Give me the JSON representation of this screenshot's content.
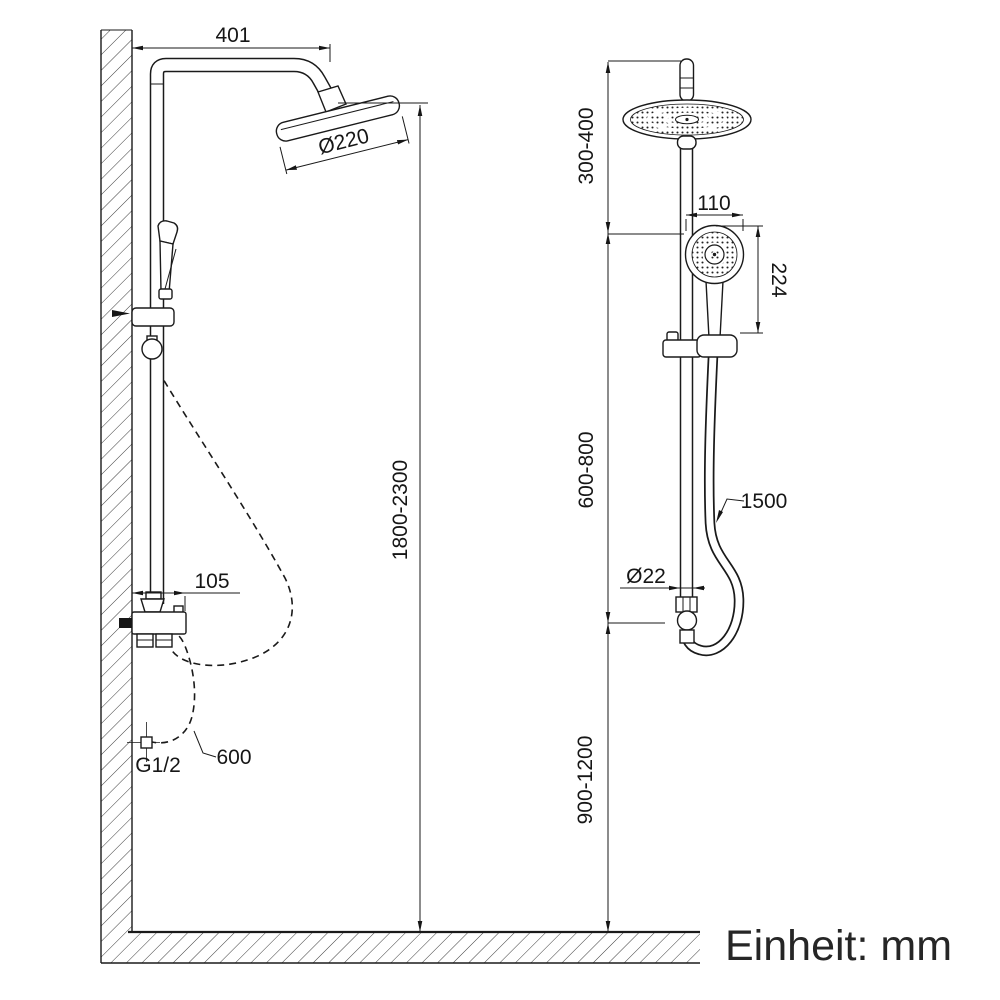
{
  "unit_note": "Einheit: mm",
  "left_view": {
    "top_width": "401",
    "head_diameter": "Ø220",
    "mount_height": "1800-2300",
    "valve_depth": "105",
    "inlet_thread": "G1/2",
    "hose_label": "600"
  },
  "right_view": {
    "head_drop": "300-400",
    "handshower_width": "110",
    "handshower_height": "224",
    "bar_range": "600-800",
    "hose_length": "1500",
    "pipe_diameter": "Ø22",
    "lower_range": "900-1200"
  }
}
